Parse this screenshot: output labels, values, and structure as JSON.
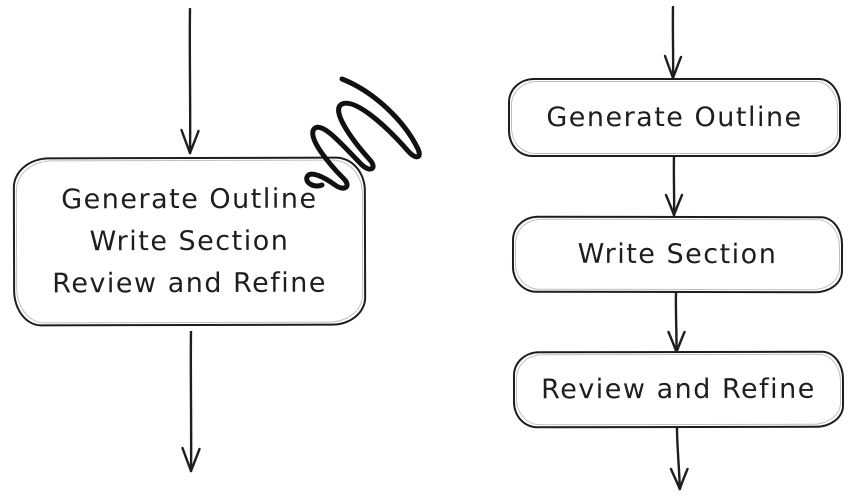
{
  "canvas": {
    "background_color": "#ffffff",
    "stroke_color": "#1e1e1e"
  },
  "icons": {
    "arrow": "arrow-down",
    "scribble": "scratch-out-scribble"
  },
  "left_flow": {
    "node_lines": [
      "Generate Outline",
      "Write Section",
      "Review and Refine"
    ]
  },
  "right_flow": {
    "steps": [
      "Generate Outline",
      "Write Section",
      "Review and Refine"
    ]
  }
}
